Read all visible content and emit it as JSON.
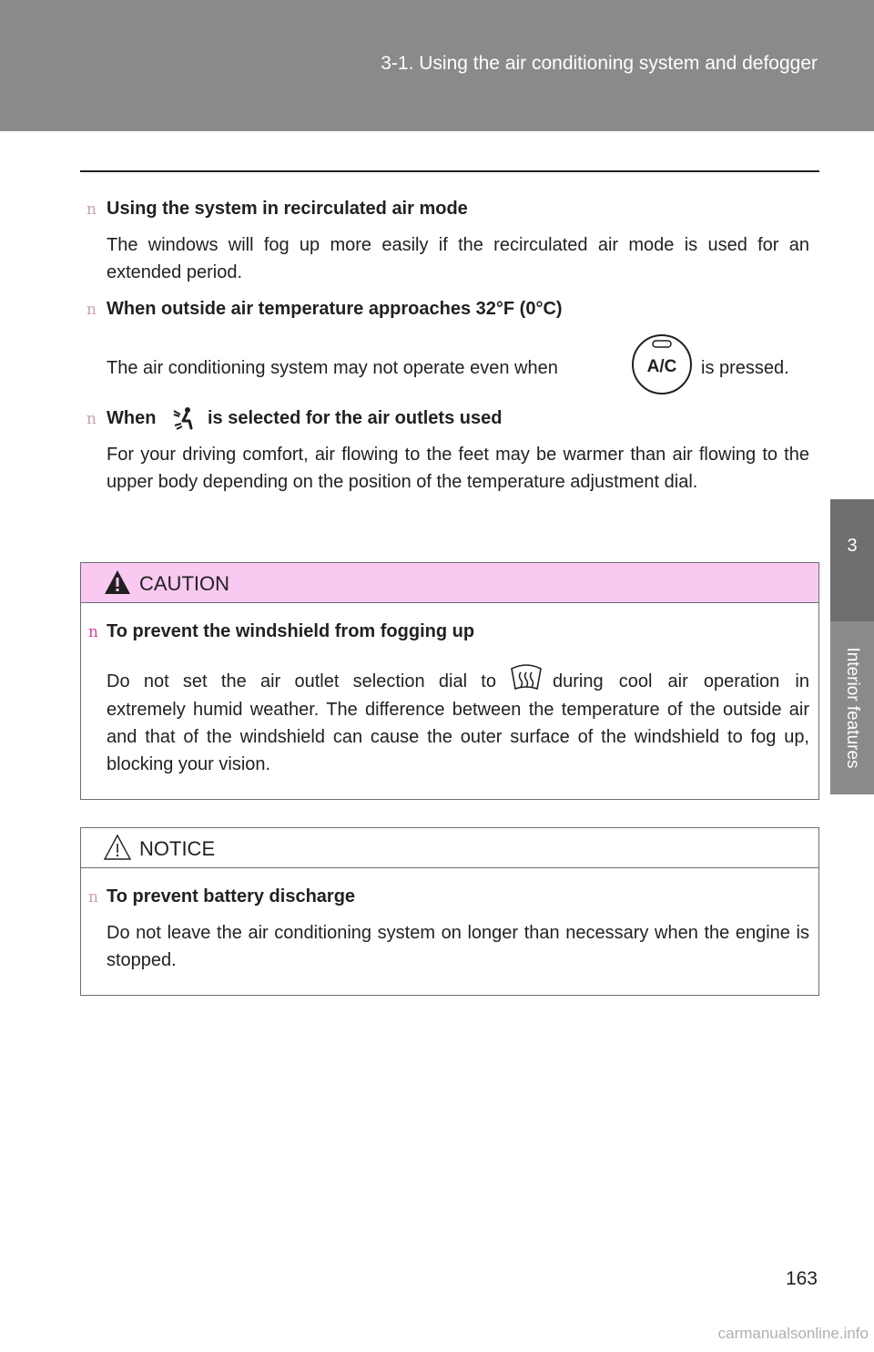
{
  "header": {
    "section_title": "3-1. Using the air conditioning system and defogger"
  },
  "side_tab": {
    "number": "3",
    "label": "Interior features"
  },
  "bullet_glyph": "n",
  "items": [
    {
      "heading": "Using the system in recirculated air mode",
      "body": "The windows will fog up more easily if the recirculated air mode is used for an extended period."
    },
    {
      "heading": "When outside air temperature approaches 32°F (0°C)",
      "body_before": "The air conditioning system may not operate even when",
      "body_after": "is pressed.",
      "button_label": "A/C"
    },
    {
      "heading_before": "When",
      "heading_after": "is selected for the air outlets used",
      "body": "For your driving comfort, air flowing to the feet may be warmer than air flowing to the upper body depending on the position of the temperature adjustment dial."
    }
  ],
  "caution": {
    "title": "CAUTION",
    "heading": "To prevent the windshield from fogging up",
    "body_before": "Do not set the air outlet selection dial to",
    "body_after": "during cool air operation in",
    "body_rest": "extremely humid weather. The difference between the temperature of the outside air and that of the windshield can cause the outer surface of the windshield to fog up, blocking your vision."
  },
  "notice": {
    "title": "NOTICE",
    "heading": "To prevent battery discharge",
    "body": "Do not leave the air conditioning system on longer than necessary when the engine is stopped."
  },
  "footer": {
    "page_number": "163",
    "watermark": "carmanualsonline.info"
  },
  "colors": {
    "header_bg": "#8a8a8a",
    "tab_bg": "#6f6f6f",
    "caution_bg": "#f9c9f2",
    "bullet": "#c8a0b0"
  }
}
